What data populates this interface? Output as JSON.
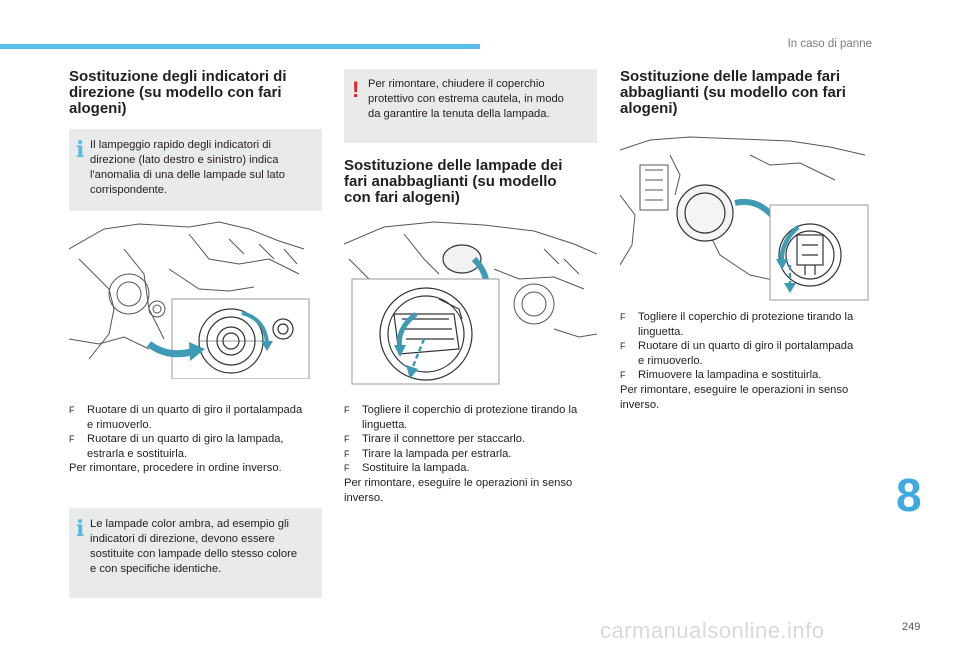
{
  "header": {
    "section": "In caso di panne"
  },
  "page": {
    "chapter": "8",
    "number": "249",
    "watermark": "carmanualsonline.info"
  },
  "col1": {
    "title_l1": "Sostituzione degli indicatori di",
    "title_l2": "direzione (su modello con fari",
    "title_l3": "alogeni)",
    "info1": [
      "Il lampeggio rapido degli indicatori di",
      "direzione (lato destro e sinistro) indica",
      "l'anomalia di una delle lampade sul lato",
      "corrispondente."
    ],
    "steps": [
      {
        "l1": "Ruotare di un quarto di giro il portalampada",
        "l2": "e rimuoverlo."
      },
      {
        "l1": "Ruotare di un quarto di giro la lampada,",
        "l2": "estrarla e sostituirla."
      }
    ],
    "footer": "Per rimontare, procedere in ordine inverso.",
    "info2": [
      "Le lampade color ambra, ad esempio gli",
      "indicatori di direzione, devono essere",
      "sostituite con lampade dello stesso colore",
      "e con specifiche identiche."
    ]
  },
  "col2": {
    "warning": [
      "Per rimontare, chiudere il coperchio",
      "protettivo con estrema cautela, in modo",
      "da garantire la tenuta della lampada."
    ],
    "title_l1": "Sostituzione delle lampade dei",
    "title_l2": "fari anabbaglianti (su modello",
    "title_l3": "con fari alogeni)",
    "steps": [
      {
        "l1": "Togliere il coperchio di protezione tirando la",
        "l2": "linguetta."
      },
      {
        "l1": "Tirare il connettore per staccarlo.",
        "l2": ""
      },
      {
        "l1": "Tirare la lampada per estrarla.",
        "l2": ""
      },
      {
        "l1": "Sostituire la lampada.",
        "l2": ""
      }
    ],
    "footer_l1": "Per rimontare, eseguire le operazioni in senso",
    "footer_l2": "inverso."
  },
  "col3": {
    "title_l1": "Sostituzione delle lampade fari",
    "title_l2": "abbaglianti (su modello con fari",
    "title_l3": "alogeni)",
    "steps": [
      {
        "l1": "Togliere il coperchio di protezione tirando la",
        "l2": "linguetta."
      },
      {
        "l1": "Ruotare di un quarto di giro il portalampada",
        "l2": "e rimuoverlo."
      },
      {
        "l1": "Rimuovere la lampadina e sostituirla.",
        "l2": ""
      }
    ],
    "footer_l1": "Per rimontare, eseguire le operazioni in senso",
    "footer_l2": "inverso."
  },
  "icons": {
    "bullet": "F",
    "info": "i",
    "warning": "!"
  },
  "colors": {
    "accent": "#59c0e8",
    "info_box": "#e9eaea",
    "warning": "#e31e26",
    "arrow": "#3d9bb5"
  }
}
